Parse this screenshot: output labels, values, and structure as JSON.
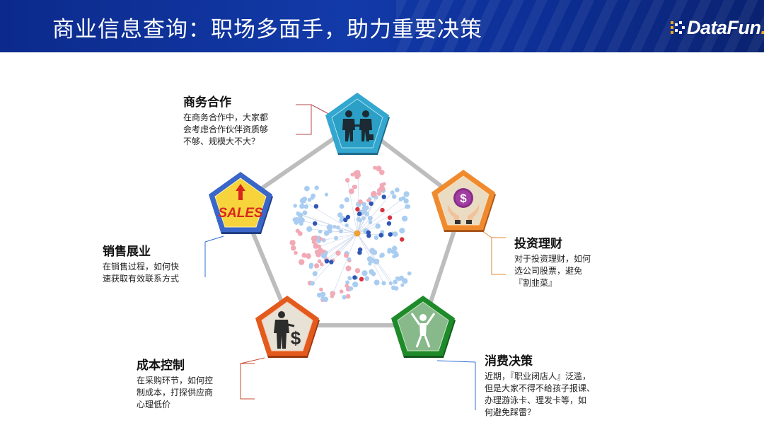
{
  "header": {
    "title": "商业信息查询：职场多面手，助力重要决策",
    "logo_text": "DataFun",
    "logo_dot": "."
  },
  "icons": {
    "business": "handshake-icon",
    "investment": "dollar-coin-hands-icon",
    "consumption": "cheering-person-icon",
    "cost": "businessman-dollar-icon",
    "sales": "sales-arrow-icon"
  },
  "colors": {
    "header_bg": "#0c2a8c",
    "business_pentagon": "#2fa9cf",
    "investment_pentagon": "#f08a2e",
    "consumption_pentagon": "#1e8a2a",
    "cost_pentagon": "#e35a1c",
    "sales_pentagon": "#3a66c9",
    "sales_inner": "#f7d33c",
    "connector": "#bdbdbd"
  },
  "sections": {
    "business": {
      "title": "商务合作",
      "line1": "在商务合作中，大家都",
      "line2": "会考虑合作伙伴资质够",
      "line3": "不够、规模大不大？"
    },
    "investment": {
      "title": "投资理财",
      "line1": "对于投资理财，如何",
      "line2": "选公司股票，避免",
      "line3": "『割韭菜』"
    },
    "consumption": {
      "title": "消费决策",
      "line1": "近期，『职业闭店人』泛滥，",
      "line2": "但是大家不得不给孩子报课、",
      "line3": "办理游泳卡、理发卡等，如",
      "line4": "何避免踩雷？"
    },
    "cost": {
      "title": "成本控制",
      "line1": "在采购环节，如何控",
      "line2": "制成本，打探供应商",
      "line3": "心理低价"
    },
    "sales": {
      "title": "销售展业",
      "line1": "在销售过程，如何快",
      "line2": "速获取有效联系方式"
    }
  },
  "sales_icon_text": "SALES"
}
